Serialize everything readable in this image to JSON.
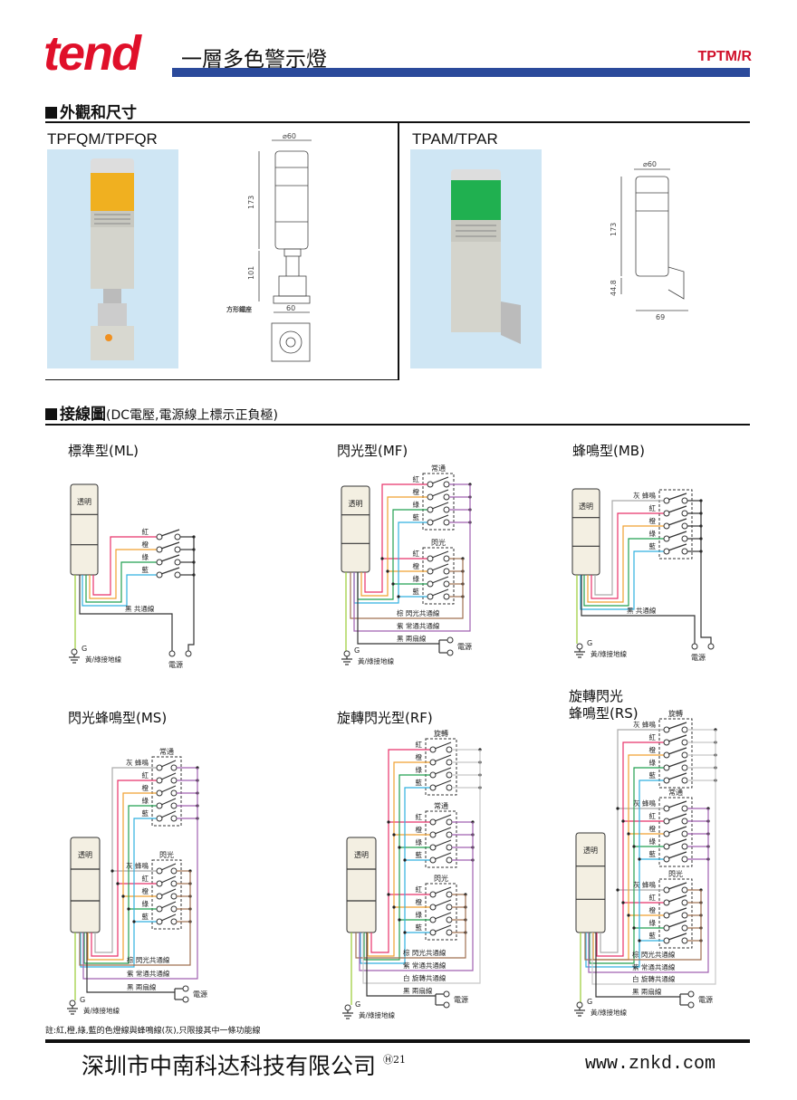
{
  "header": {
    "logo": "tend",
    "title": "一層多色警示燈",
    "model": "TPTM/R",
    "bar_color": "#2b4a9b"
  },
  "section1": {
    "marker": "■",
    "title": "外觀和尺寸",
    "left": {
      "name": "TPFQM/TPFQR",
      "dims": {
        "dia": "⌀60",
        "height": "173",
        "stand": "101",
        "base": "60",
        "base_label": "方形鐵座"
      },
      "lamp_color": "#f0b020"
    },
    "right": {
      "name": "TPAM/TPAR",
      "dims": {
        "dia": "⌀60",
        "height": "173",
        "bracket": "44.8",
        "depth": "69"
      },
      "lamp_color": "#20b050"
    }
  },
  "section2": {
    "marker": "■",
    "title": "接線圖",
    "subtitle": "(DC電壓,電源線上標示正負極)"
  },
  "diagrams": [
    {
      "title": "標準型(ML)",
      "lamp": "透明",
      "groups": [
        {
          "name": "",
          "rows": [
            "紅",
            "橙",
            "綠",
            "藍"
          ]
        }
      ],
      "buses": [
        "黑 共通線"
      ],
      "power": "電源",
      "g": "G",
      "ground": "黃/綠接地線"
    },
    {
      "title": "閃光型(MF)",
      "lamp": "透明",
      "groups": [
        {
          "name": "常通",
          "rows": [
            "紅",
            "橙",
            "綠",
            "藍"
          ]
        },
        {
          "name": "閃光",
          "rows": [
            "紅",
            "橙",
            "綠",
            "藍"
          ]
        }
      ],
      "buses": [
        "棕 閃光共通線",
        "紫 常通共通線",
        "黑 兩扇線"
      ],
      "power": "電源",
      "g": "G",
      "ground": "黃/綠接地線"
    },
    {
      "title": "蜂鳴型(MB)",
      "lamp": "透明",
      "groups": [
        {
          "name": "",
          "rows": [
            "灰 蜂鳴",
            "紅",
            "橙",
            "綠",
            "藍"
          ]
        }
      ],
      "buses": [
        "黑 共通線"
      ],
      "power": "電源",
      "g": "G",
      "ground": "黃/綠接地線"
    },
    {
      "title": "閃光蜂鳴型(MS)",
      "lamp": "透明",
      "groups": [
        {
          "name": "常通",
          "rows": [
            "灰 蜂鳴",
            "紅",
            "橙",
            "綠",
            "藍"
          ]
        },
        {
          "name": "閃光",
          "rows": [
            "灰 蜂鳴",
            "紅",
            "橙",
            "綠",
            "藍"
          ]
        }
      ],
      "buses": [
        "棕 閃光共通線",
        "紫 常通共通線",
        "黑 兩扇線"
      ],
      "power": "電源",
      "g": "G",
      "ground": "黃/綠接地線"
    },
    {
      "title": "旋轉閃光型(RF)",
      "lamp": "透明",
      "groups": [
        {
          "name": "旋轉",
          "rows": [
            "紅",
            "橙",
            "綠",
            "藍"
          ]
        },
        {
          "name": "常通",
          "rows": [
            "紅",
            "橙",
            "綠",
            "藍"
          ]
        },
        {
          "name": "閃光",
          "rows": [
            "紅",
            "橙",
            "綠",
            "藍"
          ]
        }
      ],
      "buses": [
        "棕 閃光共通線",
        "紫 常通共通線",
        "白 旋轉共通線",
        "黑 兩扇線"
      ],
      "power": "電源",
      "g": "G",
      "ground": "黃/綠接地線"
    },
    {
      "title": "旋轉閃光\n蜂鳴型(RS)",
      "lamp": "透明",
      "groups": [
        {
          "name": "旋轉",
          "rows": [
            "灰 蜂鳴",
            "紅",
            "橙",
            "綠",
            "藍"
          ]
        },
        {
          "name": "常通",
          "rows": [
            "灰 蜂鳴",
            "紅",
            "橙",
            "綠",
            "藍"
          ]
        },
        {
          "name": "閃光",
          "rows": [
            "灰 蜂鳴",
            "紅",
            "橙",
            "綠",
            "藍"
          ]
        }
      ],
      "buses": [
        "棕 閃光共通線",
        "紫 常通共通線",
        "白 旋轉共通線",
        "黑 兩扇線"
      ],
      "power": "電源",
      "g": "G",
      "ground": "黃/綠接地線"
    }
  ],
  "wire_colors": {
    "紅": "#e8336a",
    "橙": "#f0a030",
    "綠": "#22a050",
    "藍": "#30b0e0",
    "灰": "#aaaaaa",
    "棕": "#a07050",
    "紫": "#a060b0",
    "白": "#c8c8c8",
    "黑": "#333333",
    "ground": "#99cc33"
  },
  "note": "註:紅,橙,綠,藍的色燈線與蜂鳴線(灰),只限接其中一條功能線",
  "footer": {
    "company": "深圳市中南科达科技有限公司",
    "mark": "Ⓗ",
    "page": "21",
    "website": "www.znkd.com"
  }
}
